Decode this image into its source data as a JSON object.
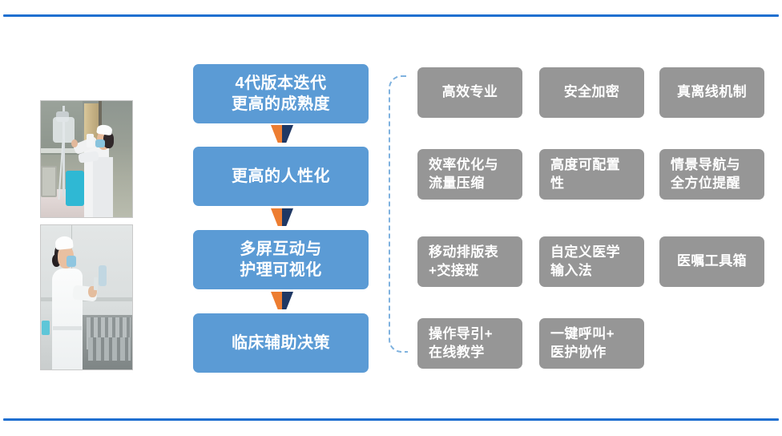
{
  "slide": {
    "decor": {
      "line_color": "#1F6FD0",
      "top_rule": "",
      "bottom_rule": ""
    },
    "photos": [
      {
        "alt": "nurse-hanging-iv-bag",
        "caption": ""
      },
      {
        "alt": "nurse-preparing-medication",
        "caption": ""
      }
    ],
    "flow": {
      "box_color": "#5B9BD5",
      "arrow_colors": {
        "left": "#ED7D31",
        "right": "#1F3864"
      },
      "steps": [
        {
          "label": "4代版本迭代\n更高的成熟度"
        },
        {
          "label": "更高的人性化"
        },
        {
          "label": "多屏互动与\n护理可视化"
        },
        {
          "label": "临床辅助决策"
        }
      ]
    },
    "bracket": {
      "color": "#7FB2DF",
      "style": "dashed"
    },
    "features": {
      "box_color": "#969696",
      "rows": [
        [
          {
            "label": "高效专业",
            "align": "center"
          },
          {
            "label": "安全加密",
            "align": "center"
          },
          {
            "label": "真离线机制",
            "align": "center"
          }
        ],
        [
          {
            "label": "效率优化与\n流量压缩",
            "align": "left"
          },
          {
            "label": "高度可配置\n性",
            "align": "left"
          },
          {
            "label": "情景导航与\n全方位提醒",
            "align": "left"
          }
        ],
        [
          {
            "label": "移动排版表\n+交接班",
            "align": "left"
          },
          {
            "label": "自定义医学\n输入法",
            "align": "left"
          },
          {
            "label": "医嘱工具箱",
            "align": "center"
          }
        ],
        [
          {
            "label": "操作导引+\n在线教学",
            "align": "left"
          },
          {
            "label": "一键呼叫+\n医护协作",
            "align": "left"
          },
          {
            "label": "",
            "align": "center"
          }
        ]
      ]
    }
  }
}
